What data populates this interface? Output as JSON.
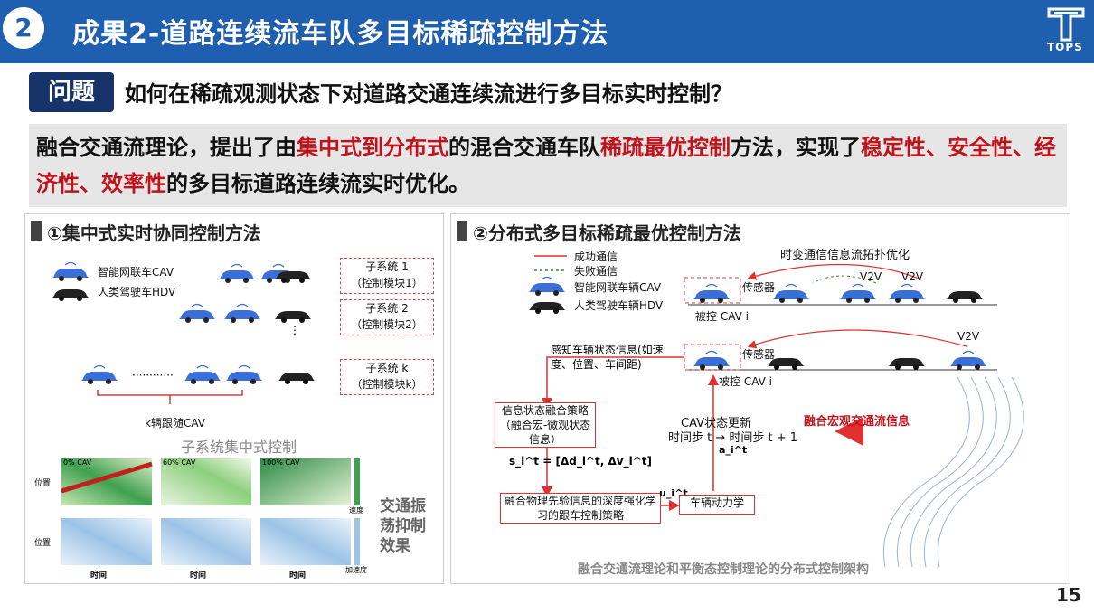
{
  "header": {
    "slide_badge": "2",
    "title": "成果2-道路连续流车队多目标稀疏控制方法",
    "logo_text": "TOPS"
  },
  "question": {
    "tag": "问题",
    "text": "如何在稀疏观测状态下对道路交通连续流进行多目标实时控制？"
  },
  "summary": {
    "p1": "融合交通流理论，提出了由",
    "h1": "集中式到分布式",
    "p2": "的混合交通车队",
    "h2": "稀疏最优控制",
    "p3": "方法，实现了",
    "h3": "稳定性、安全性、经济性、效率性",
    "p4": "的多目标道路连续流实时优化。"
  },
  "left_panel": {
    "title": "①集中式实时协同控制方法",
    "legend_cav": "智能网联车CAV",
    "legend_hdv": "人类驾驶车HDV",
    "subsystems": [
      {
        "line1": "子系统 1",
        "line2": "（控制模块1）"
      },
      {
        "line1": "子系统 2",
        "line2": "（控制模块2）"
      },
      {
        "line1": "子系统 k",
        "line2": "（控制模块k）"
      }
    ],
    "k_follow": "k辆跟随CAV",
    "caption": "子系统集中式控制",
    "heatmap_labels": [
      "0% CAV",
      "60% CAV",
      "100% CAV"
    ],
    "ylabel": "位置",
    "xlabel": "时间",
    "speed_label": "速度",
    "accel_label": "加速度",
    "oscillation_label_1": "交通振",
    "oscillation_label_2": "荡抑制",
    "oscillation_label_3": "效果"
  },
  "right_panel": {
    "title": "②分布式多目标稀疏最优控制方法",
    "legend_success": "成功通信",
    "legend_fail": "失败通信",
    "legend_cav": "智能网联车辆CAV",
    "legend_hdv": "人类驾驶车辆HDV",
    "topology": "时变通信信息流拓扑优化",
    "v2v": "V2V",
    "sensor": "传感器",
    "controlled_cav": "被控 CAV i",
    "perception": "感知车辆状态信息(如速度、位置、车间距)",
    "fusion_box": "信息状态融合策略（融合宏-微观状态信息）",
    "state_formula": "s_i^t = [Δd_i^t, Δv_i^t]",
    "drl_box": "融合物理先验信息的深度强化学习的跟车控制策略",
    "control_u": "u_i^t",
    "vehicle_dynamics": "车辆动力学",
    "cav_update": "CAV状态更新",
    "time_step": "时间步 t → 时间步 t + 1",
    "accel_a": "a_i^t",
    "macro_info": "融合宏观交通流信息",
    "caption": "融合交通流理论和平衡态控制理论的分布式控制架构"
  },
  "page_number": "15",
  "colors": {
    "header_blue": "#1f5fb0",
    "tag_navy": "#17346a",
    "highlight_red": "#c0141c"
  }
}
